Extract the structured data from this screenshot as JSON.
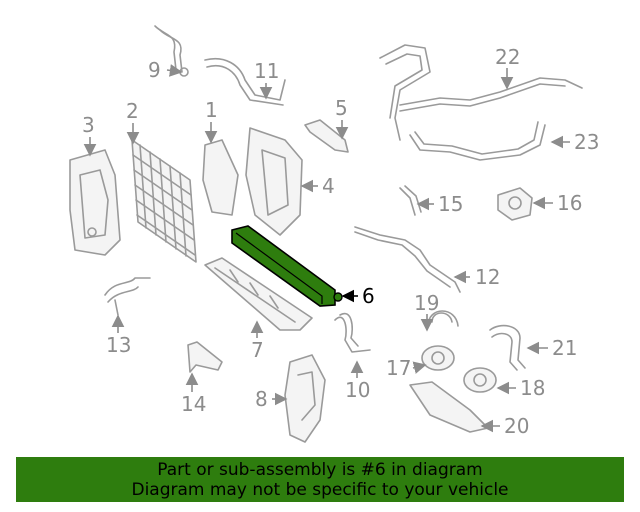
{
  "callouts": {
    "c1": "1",
    "c2": "2",
    "c3": "3",
    "c4": "4",
    "c5": "5",
    "c6": "6",
    "c7": "7",
    "c8": "8",
    "c9": "9",
    "c10": "10",
    "c11": "11",
    "c12": "12",
    "c13": "13",
    "c14": "14",
    "c15": "15",
    "c16": "16",
    "c17": "17",
    "c18": "18",
    "c19": "19",
    "c20": "20",
    "c21": "21",
    "c22": "22",
    "c23": "23"
  },
  "highlight": {
    "part_number": "6",
    "color": "#2e7d0e"
  },
  "banner": {
    "line1": "Part or sub-assembly is #6 in diagram",
    "line2": "Diagram may not be specific to your vehicle",
    "background": "#2e7d0e"
  }
}
